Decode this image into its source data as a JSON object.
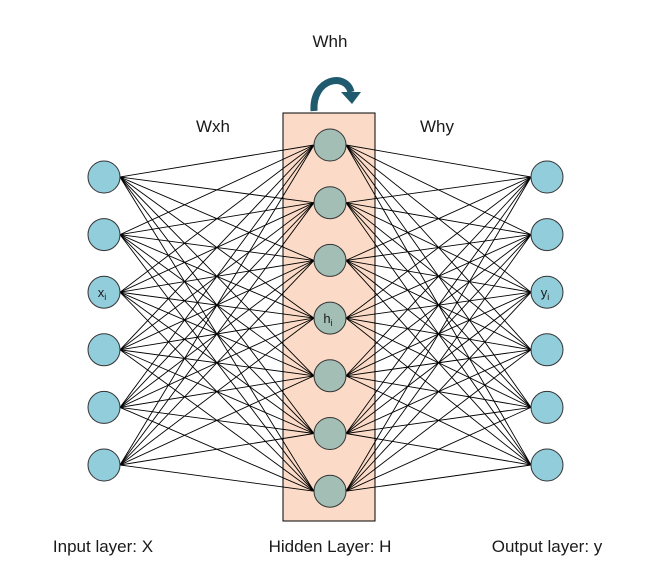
{
  "weights": {
    "input_hidden": "Wxh",
    "hidden_hidden": "Whh",
    "hidden_output": "Why"
  },
  "layers": {
    "input": {
      "label": "Input layer: X",
      "node_count": 6,
      "marked_index": 2,
      "mark_base": "x",
      "mark_sub": "i"
    },
    "hidden": {
      "label": "Hidden Layer: H",
      "node_count": 7,
      "marked_index": 3,
      "mark_base": "h",
      "mark_sub": "i"
    },
    "output": {
      "label": "Output layer: y",
      "node_count": 6,
      "marked_index": 2,
      "mark_base": "y",
      "mark_sub": "i"
    }
  },
  "colors": {
    "input_node": "#92cddc",
    "hidden_node": "#a3beb5",
    "output_node": "#92cddc",
    "hidden_box_fill": "#fbdbc7",
    "recurrent_arrow": "#1f5a6e",
    "edge": "#000000"
  }
}
